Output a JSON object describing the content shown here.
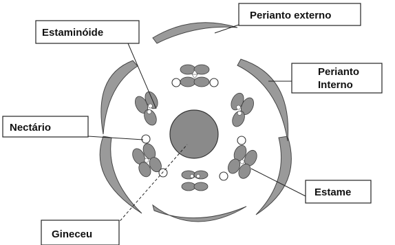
{
  "labels": {
    "perianto_externo": "Perianto externo",
    "perianto_interno_line1": "Perianto",
    "perianto_interno_line2": "Interno",
    "estaminoide": "Estaminóide",
    "nectario": "Nectário",
    "estame": "Estame",
    "gineceu": "Gineceu"
  },
  "colors": {
    "organ_fill": "#9a9a9a",
    "outline": "#333333",
    "background": "#ffffff"
  }
}
